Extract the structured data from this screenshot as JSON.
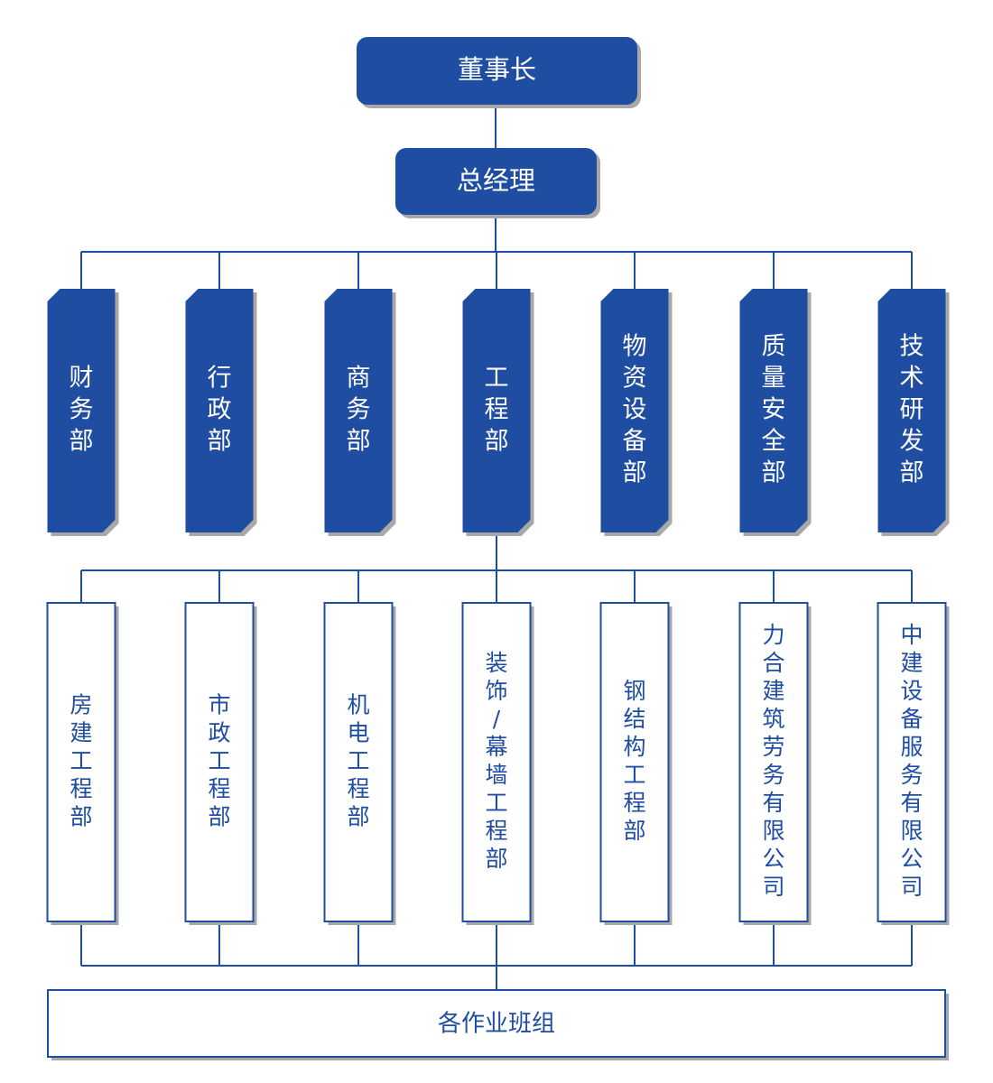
{
  "top": {
    "chairman": "董事长",
    "general_manager": "总经理"
  },
  "departments": [
    "财务部",
    "行政部",
    "商务部",
    "工程部",
    "物资设备部",
    "质量安全部",
    "技术研发部"
  ],
  "engineering_units": [
    "房建工程部",
    "市政工程部",
    "机电工程部",
    "装饰/幕墙工程部",
    "钢结构工程部",
    "力合建筑劳务有限公司",
    "中建设备服务有限公司"
  ],
  "bottom": {
    "teams": "各作业班组"
  },
  "colors": {
    "primary": "#1f4da1",
    "shadow": "#a8a8a8",
    "background": "#ffffff"
  }
}
